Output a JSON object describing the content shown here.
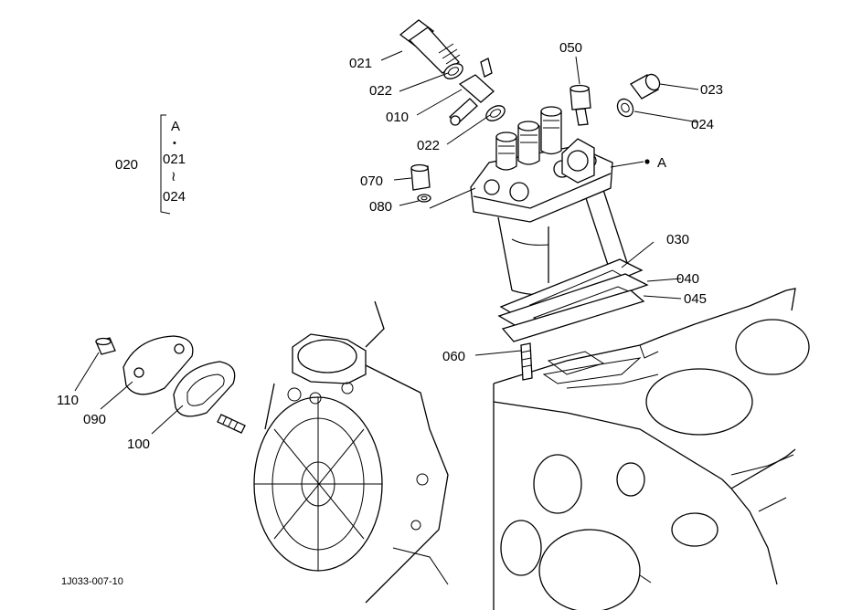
{
  "callouts": {
    "p021": "021",
    "p022a": "022",
    "p010": "010",
    "p022b": "022",
    "p050": "050",
    "p023": "023",
    "p024": "024",
    "pA": "A",
    "p070": "070",
    "p080": "080",
    "p030": "030",
    "p040": "040",
    "p045": "045",
    "p060": "060",
    "p110": "110",
    "p090": "090",
    "p100": "100"
  },
  "kit_group": {
    "number": "020",
    "line1": "A",
    "dot": "•",
    "line2": "021",
    "tilde": "≀",
    "line3": "024"
  },
  "drawing_code": "1J033-007-10"
}
